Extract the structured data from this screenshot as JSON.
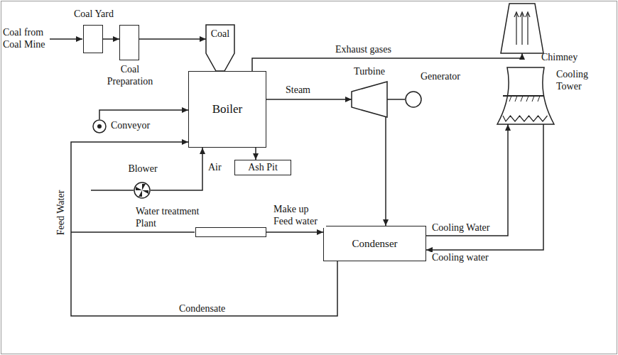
{
  "diagram": {
    "nodes": [
      {
        "text": [
          "Coal Yard"
        ]
      },
      {
        "text": [
          "Coal Preparation"
        ]
      },
      {
        "text": [
          "Coal"
        ]
      },
      {
        "text": [
          "Conveyor"
        ]
      },
      {
        "text": [
          "Boiler"
        ]
      },
      {
        "text": [
          "Blower"
        ]
      },
      {
        "text": [
          "Ash Pit"
        ]
      },
      {
        "text": [
          "Turbine"
        ]
      },
      {
        "text": [
          "Generator"
        ]
      },
      {
        "text": [
          "Chimney"
        ]
      },
      {
        "text": [
          "Cooling Tower"
        ]
      },
      {
        "text": [
          "Condenser"
        ]
      },
      {
        "text": [
          "Water treatment Plant"
        ]
      }
    ],
    "edges": [
      {
        "from": 0,
        "to": 1,
        "arrow": "to"
      },
      {
        "from": 1,
        "to": 2,
        "arrow": "to"
      },
      {
        "from": 3,
        "to": 4,
        "arrow": "to"
      },
      {
        "from": 5,
        "to": 4,
        "label": "Air",
        "arrow": "to"
      },
      {
        "from": 4,
        "to": 6,
        "arrow": "to"
      },
      {
        "from": 4,
        "to": 9,
        "label": "Exhaust gases",
        "arrow": "to"
      },
      {
        "from": 4,
        "to": 7,
        "label": "Steam",
        "arrow": "to"
      },
      {
        "from": 7,
        "to": 8,
        "arrow": "none"
      },
      {
        "from": 7,
        "to": 11,
        "arrow": "to"
      },
      {
        "from": 11,
        "to": 10,
        "label": "Cooling Water",
        "arrow": "to"
      },
      {
        "from": 10,
        "to": 11,
        "label": "Cooling water",
        "arrow": "to"
      },
      {
        "from": 11,
        "to": 4,
        "label": "Condensate",
        "arrow": "to"
      },
      {
        "from": 12,
        "to": 11,
        "label": "Make up Feed water",
        "arrow": "to"
      }
    ],
    "labels": [
      "Coal from Coal Mine",
      "Feed Water"
    ]
  }
}
